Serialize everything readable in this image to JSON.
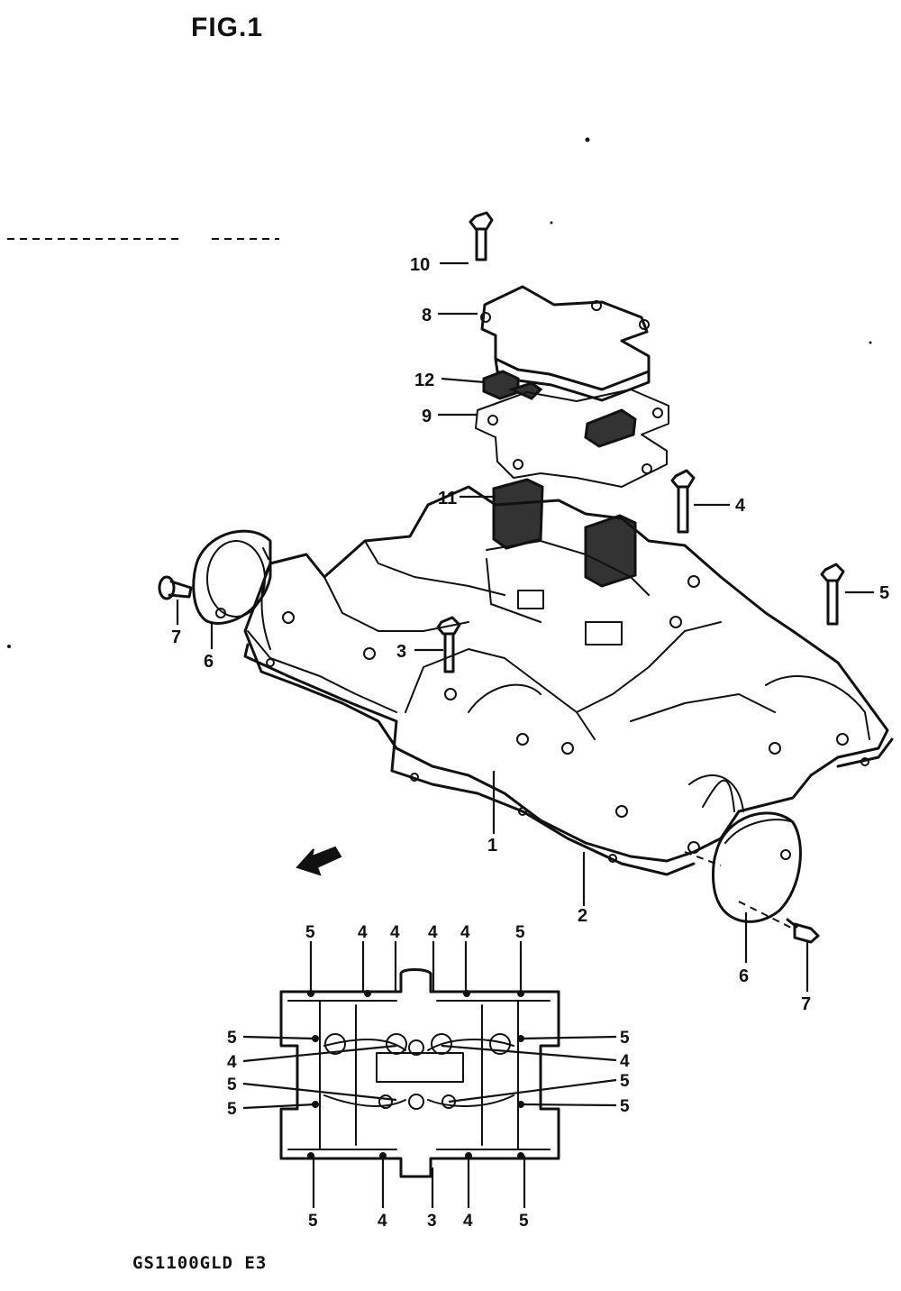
{
  "figure": {
    "title": "FIG.1",
    "model": "GS1100GLD E3"
  },
  "fwd_arrow": {
    "label": "FWD"
  },
  "callouts_exploded": [
    "10",
    "8",
    "12",
    "9",
    "11",
    "4",
    "5",
    "7",
    "6",
    "3",
    "1",
    "2",
    "6",
    "7"
  ],
  "callouts_plan": [
    "5",
    "4",
    "4",
    "4",
    "4",
    "5",
    "5",
    "4",
    "5",
    "5",
    "5",
    "4",
    "5",
    "5",
    "5",
    "4",
    "3",
    "4",
    "5"
  ]
}
